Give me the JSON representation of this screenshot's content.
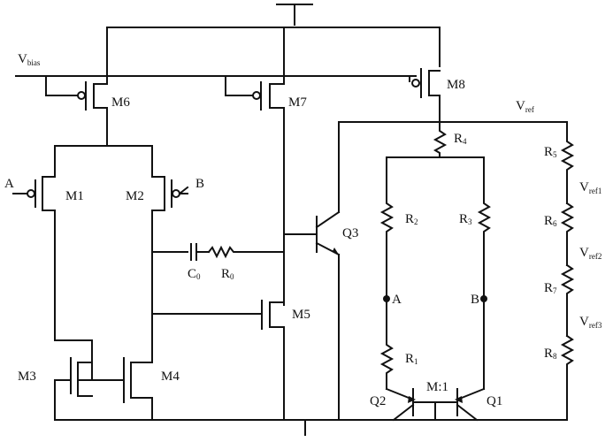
{
  "labels": {
    "vbias": "V",
    "vbias_sub": "bias",
    "vref": "V",
    "vref_sub": "ref",
    "vref1": "V",
    "vref1_sub": "ref1",
    "vref2": "V",
    "vref2_sub": "ref2",
    "vref3": "V",
    "vref3_sub": "ref3",
    "m1": "M1",
    "m2": "M2",
    "m3": "M3",
    "m4": "M4",
    "m5": "M5",
    "m6": "M6",
    "m7": "M7",
    "m8": "M8",
    "q1": "Q1",
    "q2": "Q2",
    "q3": "Q3",
    "input_a": "A",
    "input_b": "B",
    "node_a": "A",
    "node_b": "B",
    "c0": "C",
    "c0_sub": "0",
    "r0": "R",
    "r0_sub": "0",
    "r1": "R",
    "r1_sub": "1",
    "r2": "R",
    "r2_sub": "2",
    "r3": "R",
    "r3_sub": "3",
    "r4": "R",
    "r4_sub": "4",
    "r5": "R",
    "r5_sub": "5",
    "r6": "R",
    "r6_sub": "6",
    "r7": "R",
    "r7_sub": "7",
    "r8": "R",
    "r8_sub": "8",
    "ratio": "M:1"
  }
}
